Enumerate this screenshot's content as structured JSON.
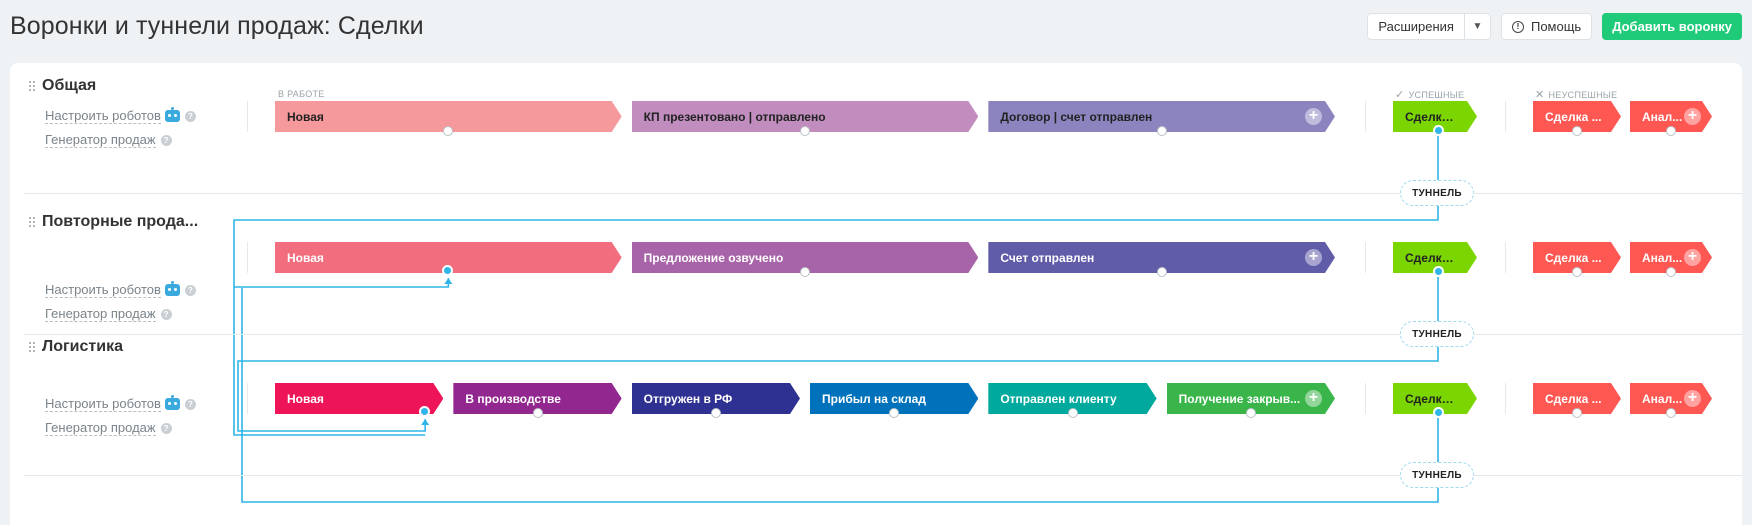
{
  "page": {
    "title": "Воронки и туннели продаж: Сделки"
  },
  "actions": {
    "extensions": "Расширения",
    "help": "Помощь",
    "add_funnel": "Добавить воронку"
  },
  "columns": {
    "in_work": "В РАБОТЕ",
    "success": "УСПЕШНЫЕ",
    "fail": "НЕУСПЕШНЫЕ"
  },
  "funnels": [
    {
      "name": "Общая",
      "robots": "Настроить роботов",
      "generator": "Генератор продаж",
      "stages": [
        {
          "label": "Новая",
          "color": "#f5999d"
        },
        {
          "label": "КП презентовано | отправлено",
          "color": "#c08dbe"
        },
        {
          "label": "Договор | счет отправлен",
          "color": "#8b84bf"
        }
      ],
      "success": {
        "label": "Сделка ...",
        "color": "#7bd500"
      },
      "fail": [
        {
          "label": "Сделка ...",
          "color": "#ff5752"
        },
        {
          "label": "Анал...",
          "color": "#ff5752"
        }
      ],
      "tunnel": "ТУННЕЛЬ"
    },
    {
      "name": "Повторные прода...",
      "robots": "Настроить роботов",
      "generator": "Генератор продаж",
      "stages": [
        {
          "label": "Новая",
          "color": "#f26d7d"
        },
        {
          "label": "Предложение озвучено",
          "color": "#a864a8"
        },
        {
          "label": "Счет отправлен",
          "color": "#605ca8"
        }
      ],
      "success": {
        "label": "Сделка ...",
        "color": "#7bd500"
      },
      "fail": [
        {
          "label": "Сделка ...",
          "color": "#ff5752"
        },
        {
          "label": "Анал...",
          "color": "#ff5752"
        }
      ],
      "tunnel": "ТУННЕЛЬ"
    },
    {
      "name": "Логистика",
      "robots": "Настроить роботов",
      "generator": "Генератор продаж",
      "stages": [
        {
          "label": "Новая",
          "color": "#ed1558"
        },
        {
          "label": "В производстве",
          "color": "#92278f"
        },
        {
          "label": "Отгружен в РФ",
          "color": "#2e3192"
        },
        {
          "label": "Прибыл на склад",
          "color": "#0072bc"
        },
        {
          "label": "Отправлен клиенту",
          "color": "#00a99d"
        },
        {
          "label": "Получение закрыв...",
          "color": "#39b54a"
        }
      ],
      "success": {
        "label": "Сделка ...",
        "color": "#7bd500"
      },
      "fail": [
        {
          "label": "Сделка ...",
          "color": "#ff5752"
        },
        {
          "label": "Анал...",
          "color": "#ff5752"
        }
      ],
      "tunnel": "ТУННЕЛЬ"
    }
  ],
  "colors": {
    "accent_green": "#1fcb78",
    "tunnel_line": "#2fb5e8"
  },
  "icons": {
    "drag": "drag-handle-icon",
    "robot": "robot-icon",
    "help": "question-icon",
    "plus": "plus-icon"
  }
}
